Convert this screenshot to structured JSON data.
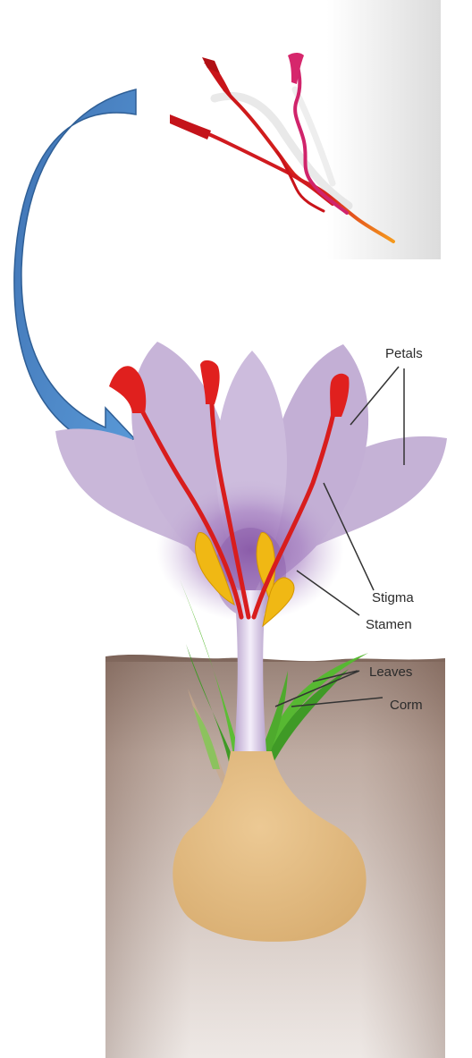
{
  "labels": {
    "petals": "Petals",
    "stigma": "Stigma",
    "stamen": "Stamen",
    "leaves": "Leaves",
    "corm": "Corm"
  },
  "colors": {
    "petal": "#c9b7d9",
    "petal_center": "#8a5aa8",
    "stigma_red": "#d81d1d",
    "stamen_yellow": "#e8b400",
    "leaf_green": "#4fae2e",
    "corm_tan": "#e3bd85",
    "soil_brown": "#8e7468",
    "arrow_blue": "#4a87c9"
  },
  "icons": {
    "arrow": "curved-arrow-icon",
    "threads": "saffron-threads-icon"
  }
}
